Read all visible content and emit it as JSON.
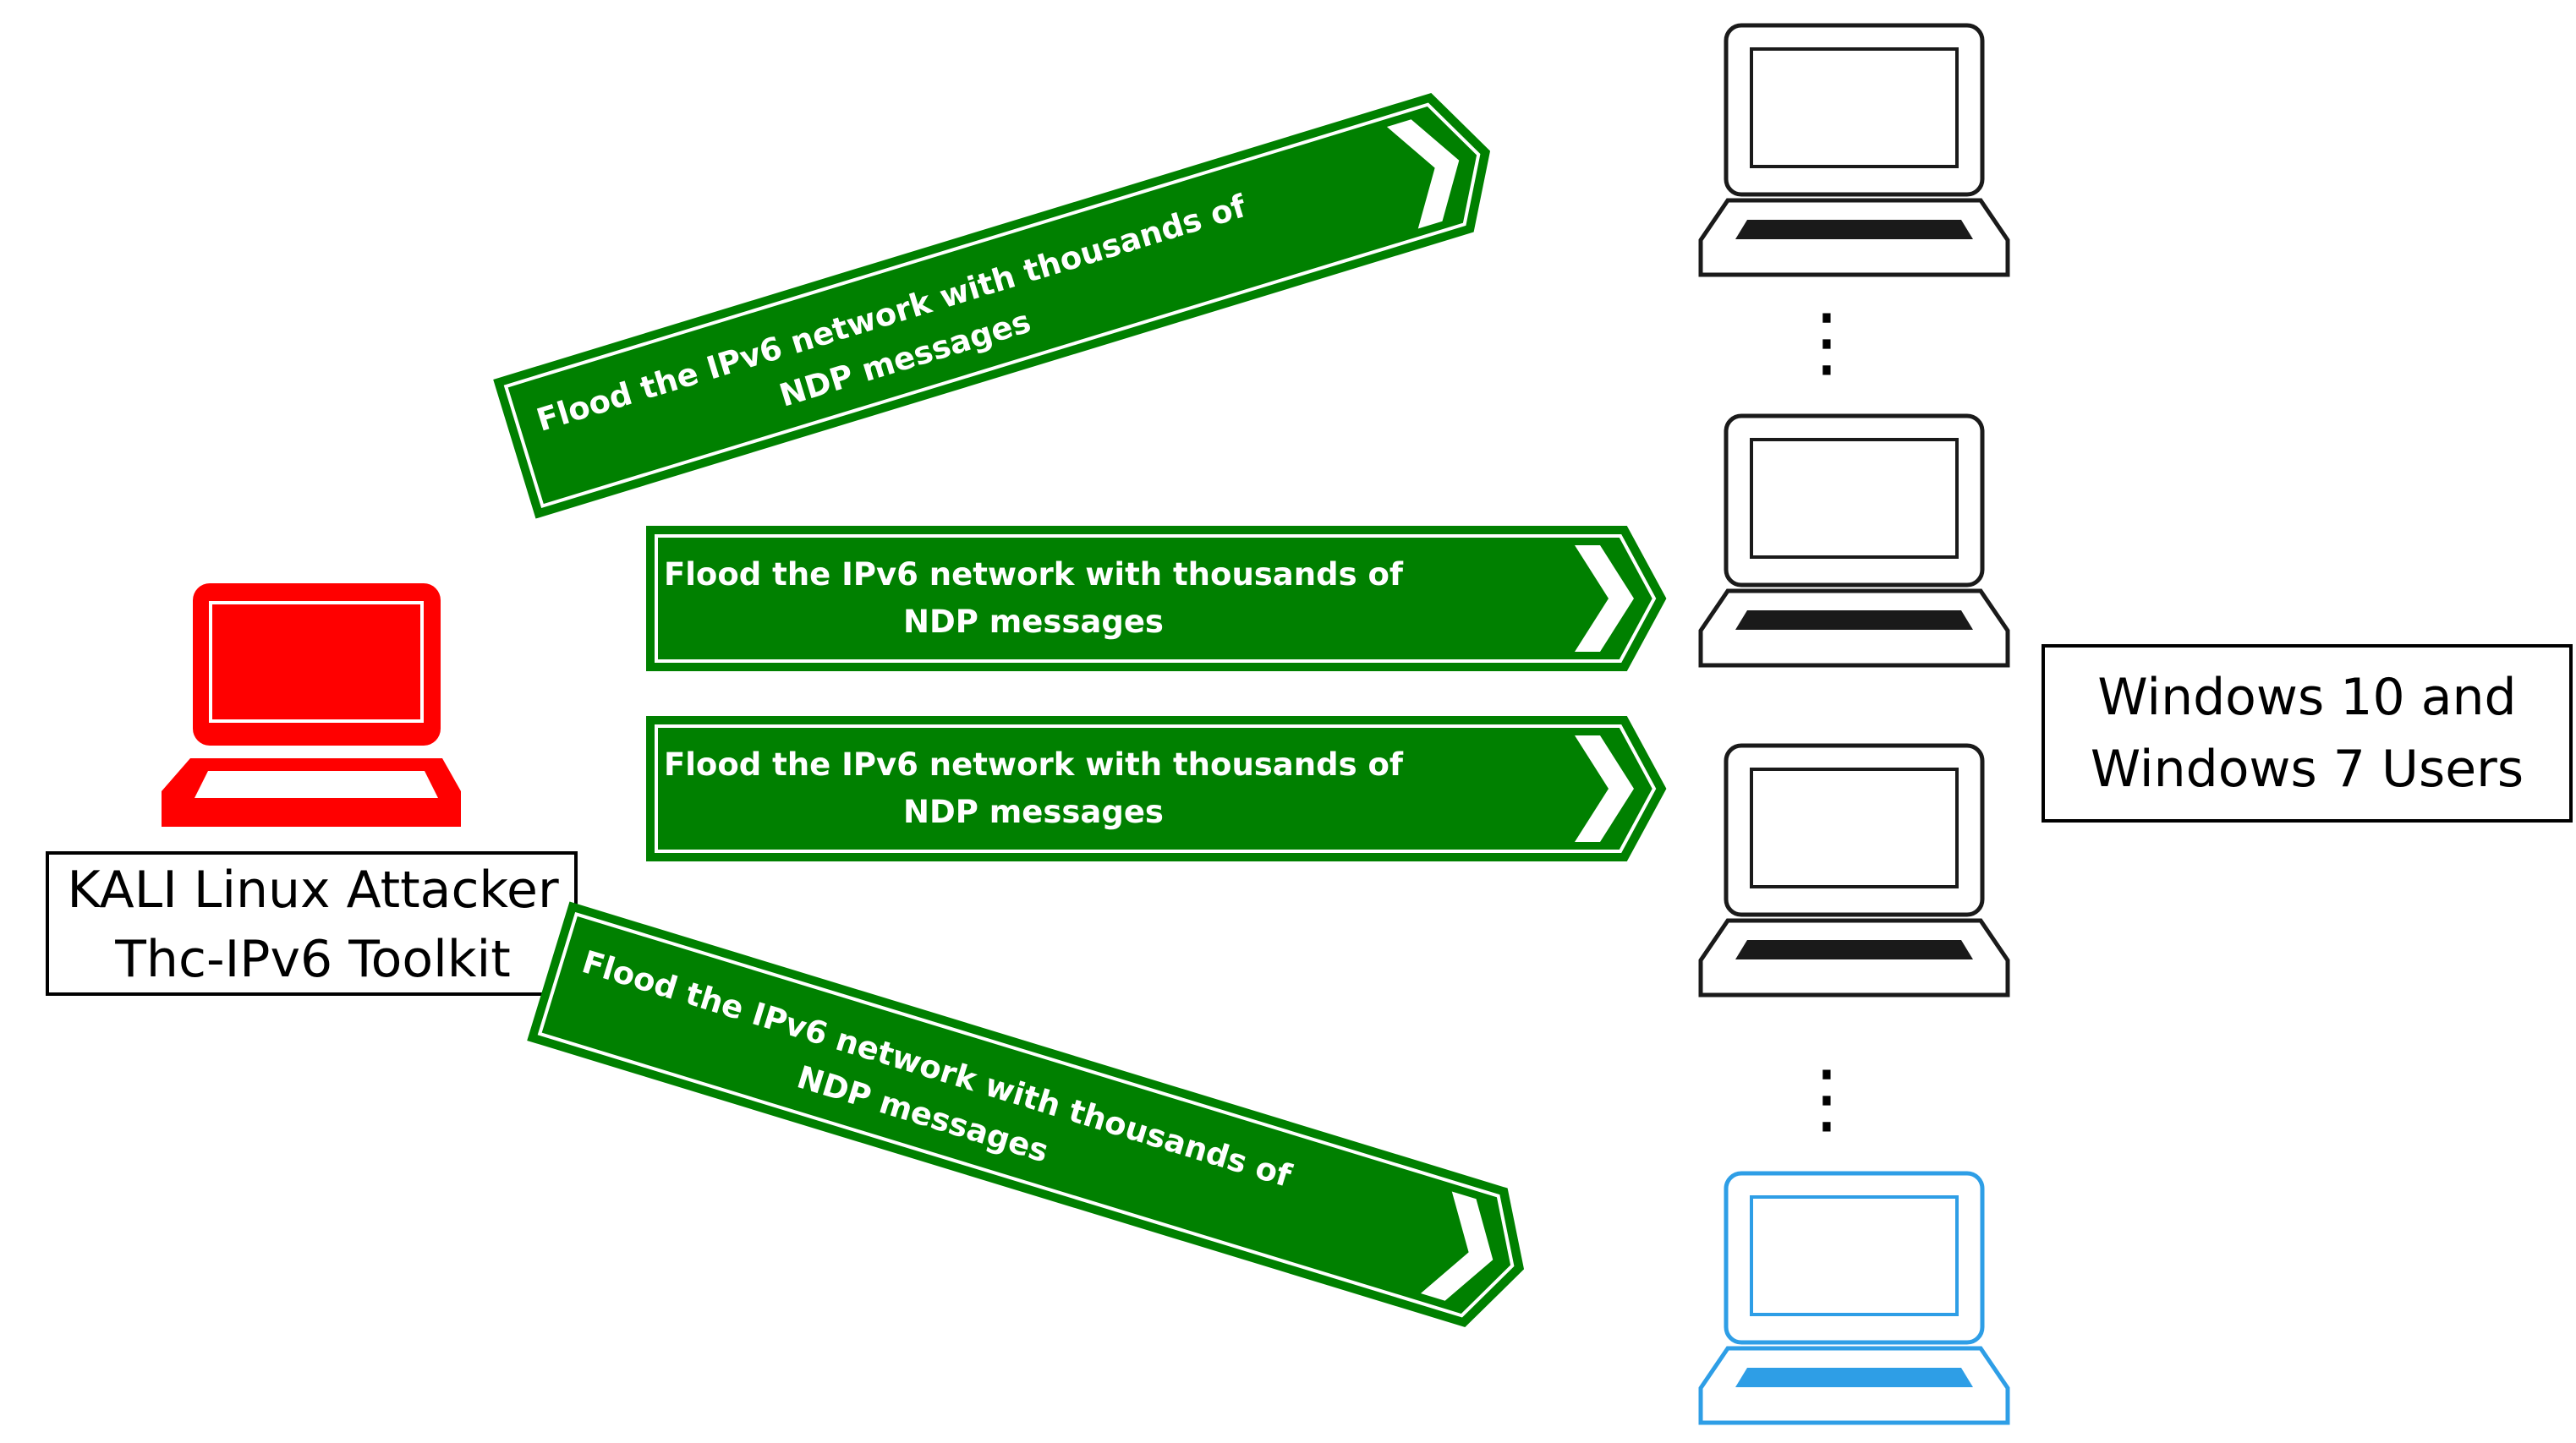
{
  "attacker": {
    "label_line1": "KALI Linux Attacker",
    "label_line2": "Thc-IPv6 Toolkit",
    "color": "#ff0000",
    "icon": "laptop-icon"
  },
  "victims": {
    "label_line1": "Windows 10 and",
    "label_line2": "Windows 7 Users",
    "laptop_color": "#1a1a1a",
    "highlight_color": "#2e9ee6",
    "icon": "laptop-icon",
    "ellipsis": "⋮"
  },
  "arrows": {
    "fill_color": "#008000",
    "items": [
      {
        "line1": "Flood the IPv6 network with thousands of",
        "line2": "NDP messages"
      },
      {
        "line1": "Flood the IPv6 network with thousands of",
        "line2": "NDP messages"
      },
      {
        "line1": "Flood the IPv6 network with thousands of",
        "line2": "NDP messages"
      },
      {
        "line1": "Flood the IPv6 network with thousands of",
        "line2": "NDP messages"
      }
    ]
  }
}
